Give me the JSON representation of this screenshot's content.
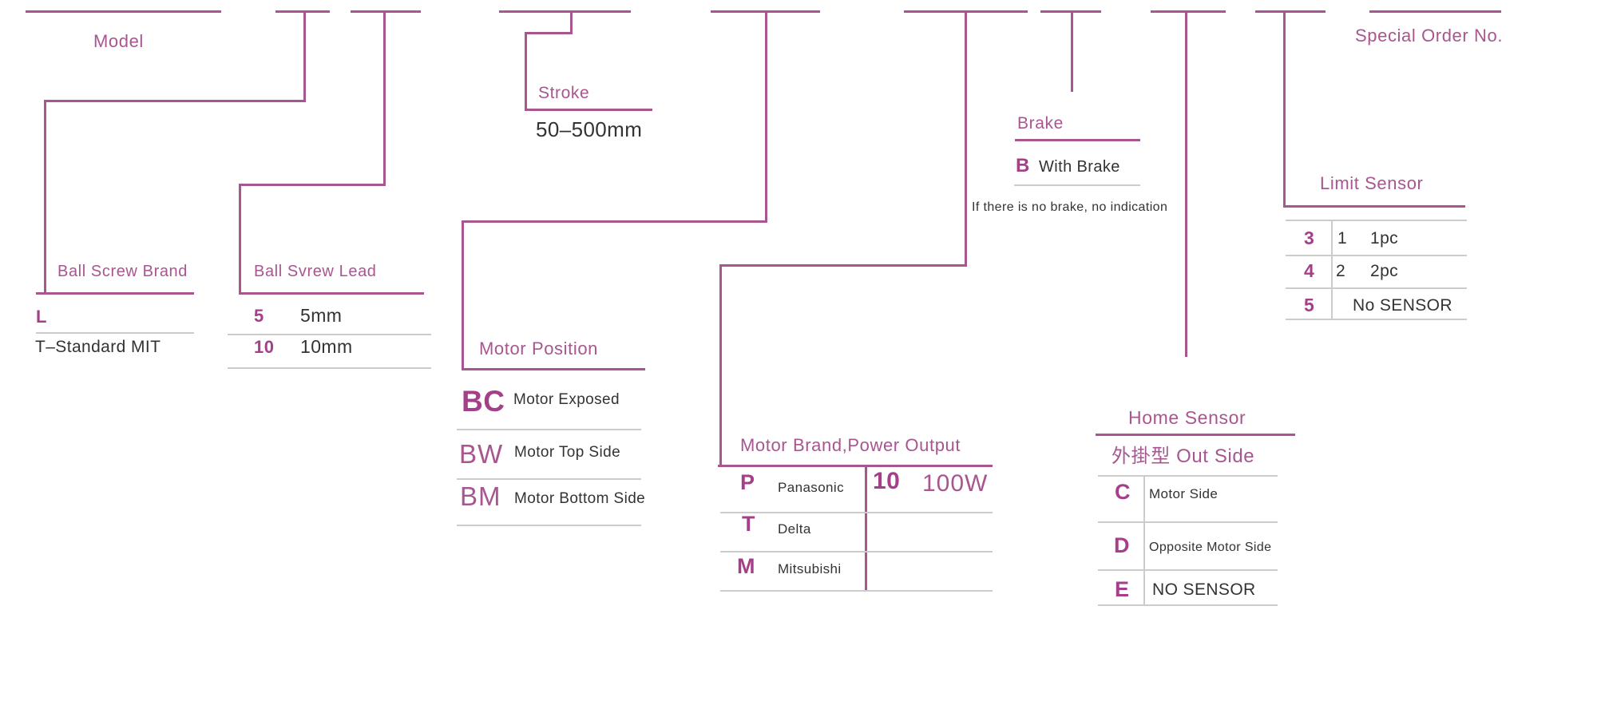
{
  "colors": {
    "magenta": "#a8568f",
    "magenta_bold": "#a4408a",
    "text": "#333333",
    "separator": "#cccccc"
  },
  "model": {
    "label": "Model"
  },
  "ball_screw_brand": {
    "label": "Ball Screw Brand",
    "code": "L",
    "value": "T–Standard MIT"
  },
  "ball_screw_lead": {
    "label": "Ball Svrew Lead",
    "options": [
      {
        "code": "5",
        "value": "5mm"
      },
      {
        "code": "10",
        "value": "10mm"
      }
    ]
  },
  "stroke": {
    "label": "Stroke",
    "range": "50–500mm"
  },
  "motor_position": {
    "label": "Motor Position",
    "options": [
      {
        "code": "BC",
        "value": "Motor Exposed"
      },
      {
        "code": "BW",
        "value": "Motor Top Side"
      },
      {
        "code": "BM",
        "value": "Motor Bottom Side"
      }
    ]
  },
  "motor_brand_power": {
    "label": "Motor Brand,Power Output",
    "brands": [
      {
        "code": "P",
        "value": "Panasonic"
      },
      {
        "code": "T",
        "value": "Delta"
      },
      {
        "code": "M",
        "value": "Mitsubishi"
      }
    ],
    "power": {
      "code": "10",
      "value": "100W"
    }
  },
  "brake": {
    "label": "Brake",
    "code": "B",
    "value": "With Brake",
    "note": "If there is no brake, no indication"
  },
  "home_sensor": {
    "label": "Home Sensor",
    "type_label": "外掛型 Out Side",
    "options": [
      {
        "code": "C",
        "value": "Motor Side"
      },
      {
        "code": "D",
        "value": "Opposite Motor Side"
      },
      {
        "code": "E",
        "value": "NO SENSOR"
      }
    ]
  },
  "limit_sensor": {
    "label": "Limit Sensor",
    "options": [
      {
        "code": "3",
        "qty": "1",
        "value": "1pc"
      },
      {
        "code": "4",
        "qty": "2",
        "value": "2pc"
      },
      {
        "code": "5",
        "qty": "",
        "value": "No SENSOR"
      }
    ]
  },
  "special_order": {
    "label": "Special Order No."
  }
}
